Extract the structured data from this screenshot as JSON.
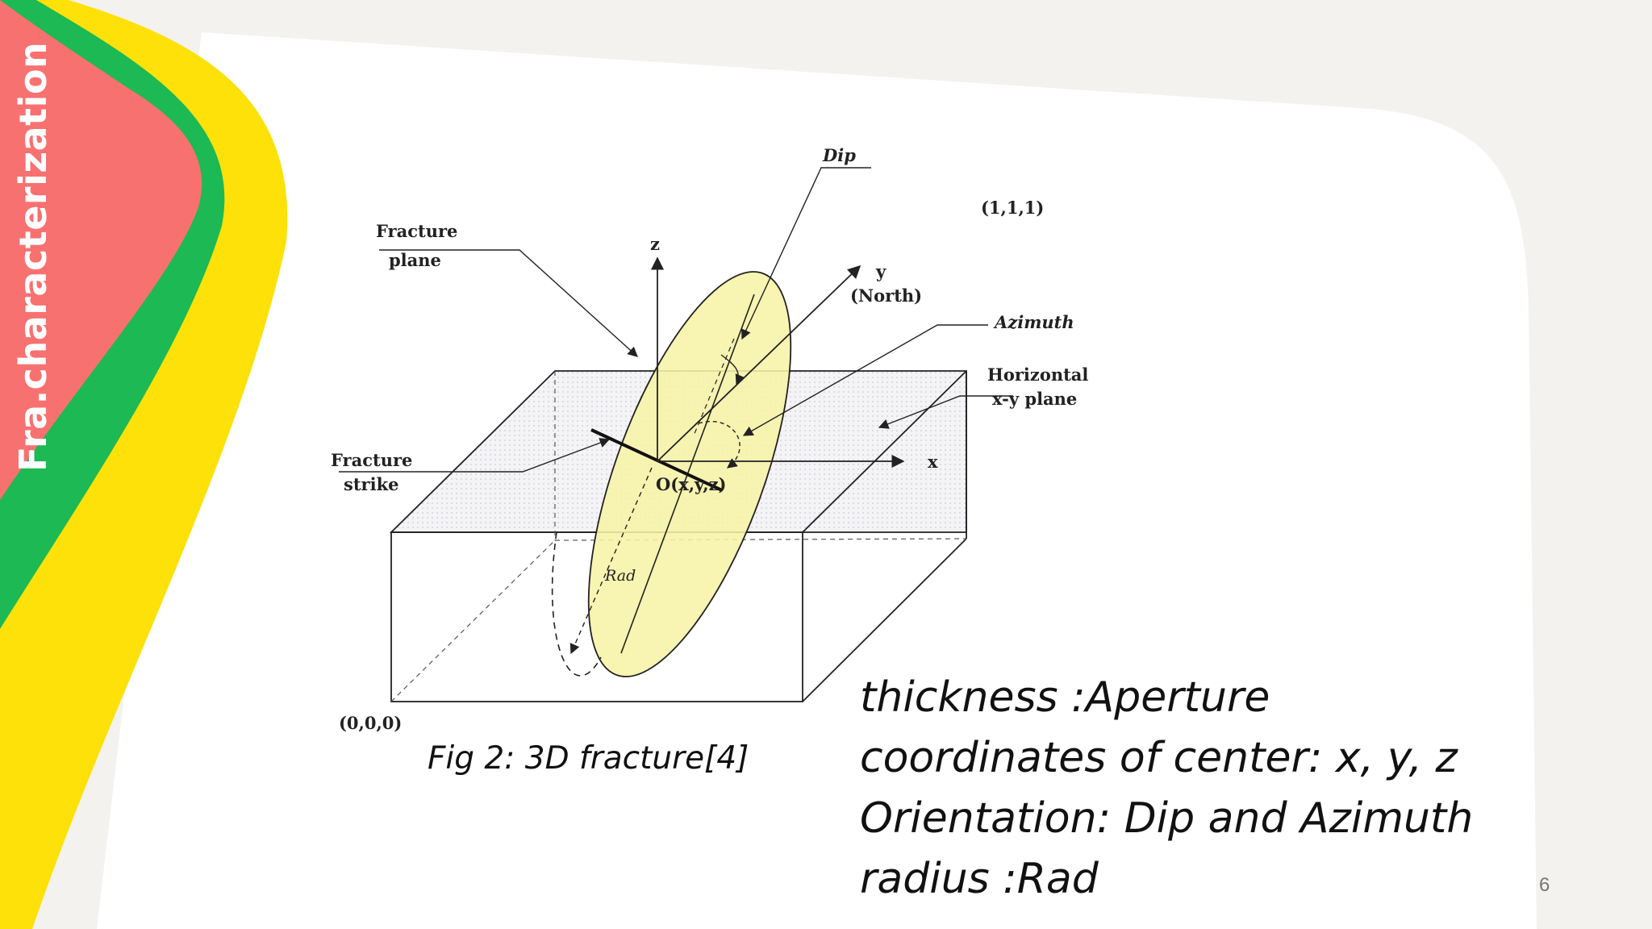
{
  "slide": {
    "section_title": "Fra.characterization",
    "caption": "Fig 2: 3D fracture[4]",
    "properties": [
      "thickness :Aperture",
      "coordinates of center:  x, y, z",
      "Orientation: Dip and Azimuth",
      "radius :Rad"
    ],
    "page_number": "6"
  },
  "diagram": {
    "labels": {
      "dip": "Dip",
      "point_111": "(1,1,1)",
      "fracture_plane_1": "Fracture",
      "fracture_plane_2": "plane",
      "z_axis": "z",
      "y_axis": "y",
      "north": "(North)",
      "azimuth": "Azimuth",
      "horizontal_1": "Horizontal",
      "horizontal_2": "x-y plane",
      "fracture_strike_1": "Fracture",
      "fracture_strike_2": "strike",
      "x_axis": "x",
      "origin": "O(x,y,z)",
      "rad": "Rad",
      "point_000": "(0,0,0)"
    }
  },
  "colors": {
    "ribbon_red": "#f87171",
    "ribbon_green": "#1db954",
    "ribbon_yellow": "#fde108",
    "panel": "#ffffff",
    "ellipse_fill": "#f7f3a6"
  }
}
